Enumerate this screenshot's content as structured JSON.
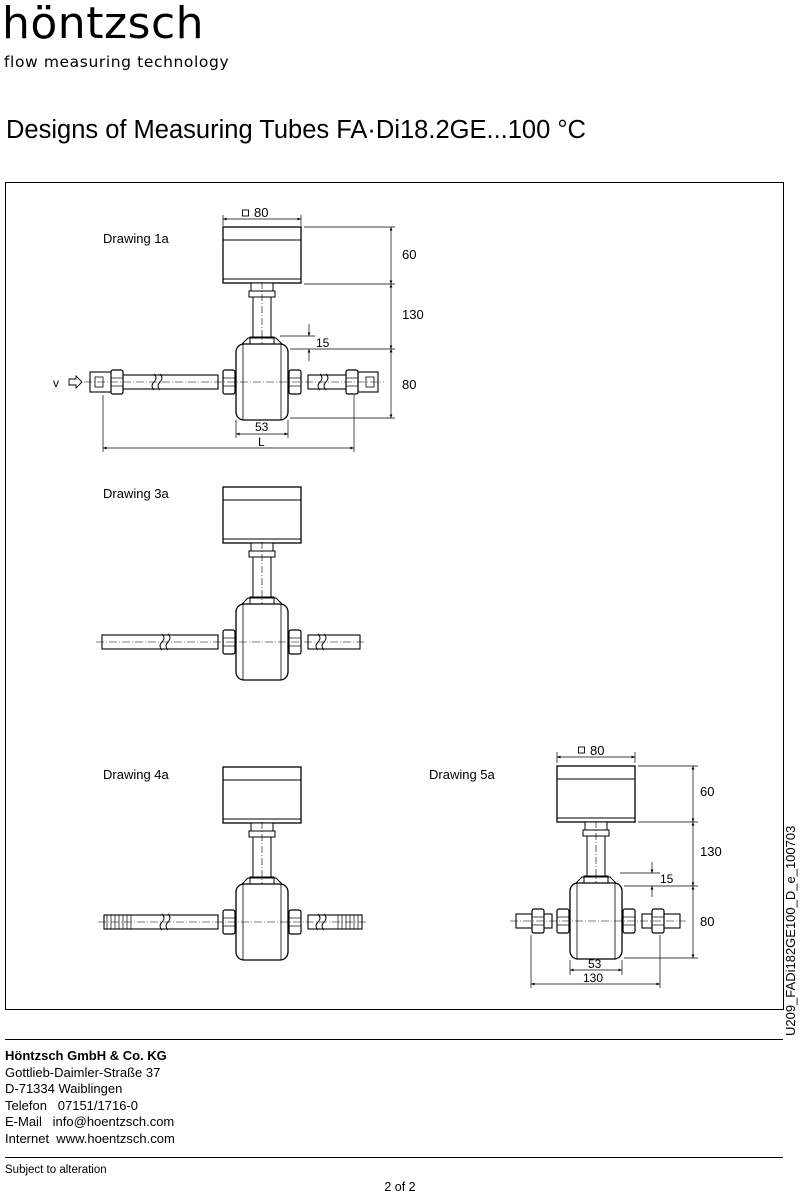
{
  "brand": {
    "logo_text": "höntzsch",
    "tagline": "flow measuring technology"
  },
  "page_title": "Designs of Measuring Tubes FA·Di18.2GE...100 °C",
  "drawings": {
    "d1a": {
      "label": "Drawing 1a",
      "dim_width": "80",
      "dim_head": "60",
      "dim_stem": "130",
      "dim_offset": "15",
      "dim_body": "80",
      "dim_body_width": "53",
      "dim_length": "L",
      "flow_symbol": "v"
    },
    "d3a": {
      "label": "Drawing 3a"
    },
    "d4a": {
      "label": "Drawing 4a"
    },
    "d5a": {
      "label": "Drawing 5a",
      "dim_width": "80",
      "dim_head": "60",
      "dim_stem": "130",
      "dim_offset": "15",
      "dim_body": "80",
      "dim_body_width": "53",
      "dim_length": "130"
    }
  },
  "footer": {
    "company": "Höntzsch GmbH & Co. KG",
    "street": "Gottlieb-Daimler-Straße 37",
    "city": "D-71334 Waiblingen",
    "phone": "Telefon   07151/1716-0",
    "email": "E-Mail   info@hoentzsch.com",
    "internet": "Internet  www.hoentzsch.com",
    "subject_note": "Subject to alteration",
    "page_number": "2 of 2",
    "document_id": "U209_FADi182GE100_D_e_100703"
  }
}
